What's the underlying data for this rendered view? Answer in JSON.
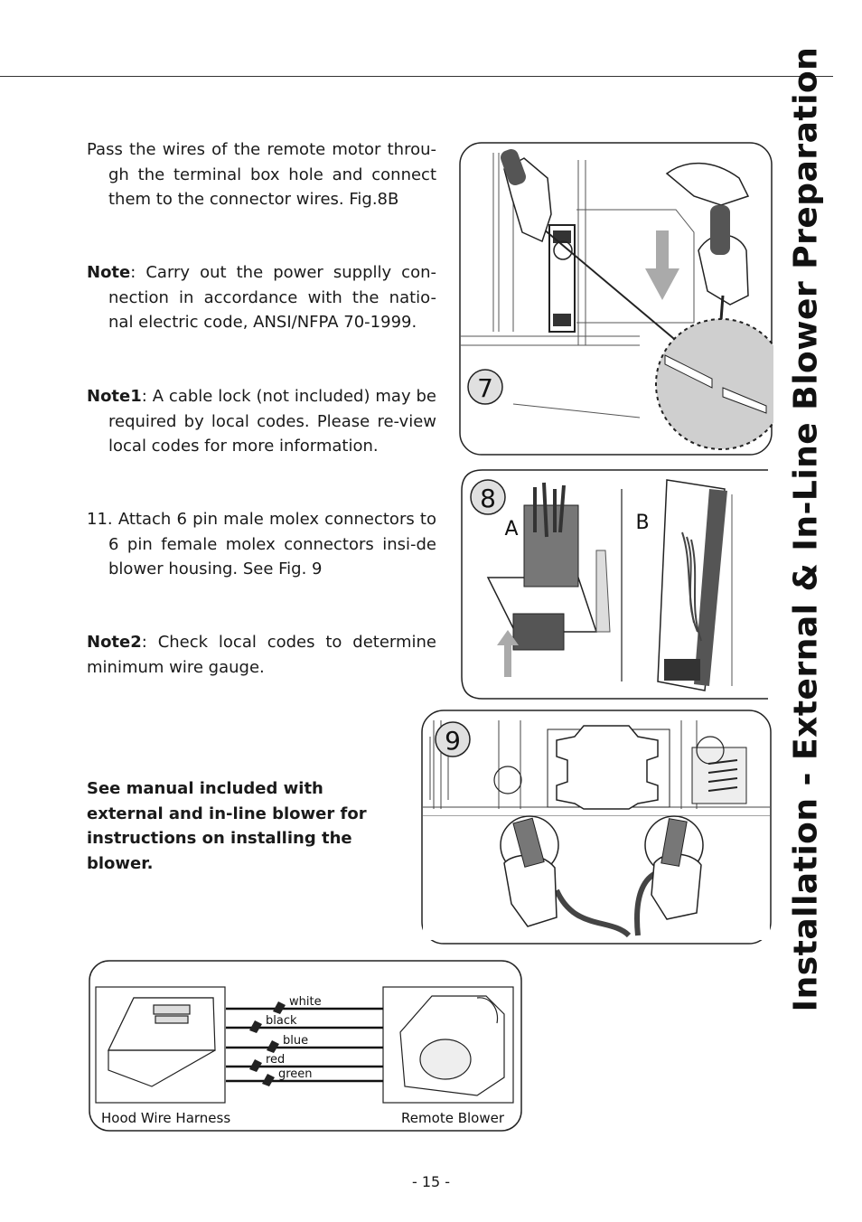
{
  "side_title": "Installation - External & In-Line Blower Preparation",
  "paragraphs": {
    "p1": "Pass the wires of the remote motor throu-gh the terminal box hole and connect them to the connector wires. Fig.8B",
    "note_label": "Note",
    "note_text": ": Carry out the power supplly con-nection in accordance with the natio-nal electric code, ANSI/NFPA 70-1999.",
    "note1_label": "Note1",
    "note1_text": ": A cable lock (not included) may be required by local codes. Please re-view local codes for more information.",
    "p11": "11. Attach 6 pin male molex connectors to 6 pin female molex connectors insi-de blower housing. See Fig. 9",
    "note2_label": "Note2",
    "note2_text": ": Check local codes to determine minimum wire gauge.",
    "bold_manual": "See manual included with external and in-line blower for instructions on installing the blower."
  },
  "figures": {
    "fig7_number": "7",
    "fig8_number": "8",
    "fig8_label_a": "A",
    "fig8_label_b": "B",
    "fig9_number": "9"
  },
  "wiring": {
    "wires": [
      "white",
      "black",
      "blue",
      "red",
      "green"
    ],
    "left_caption": "Hood Wire Harness",
    "right_caption": "Remote Blower"
  },
  "page_number": "- 15 -"
}
